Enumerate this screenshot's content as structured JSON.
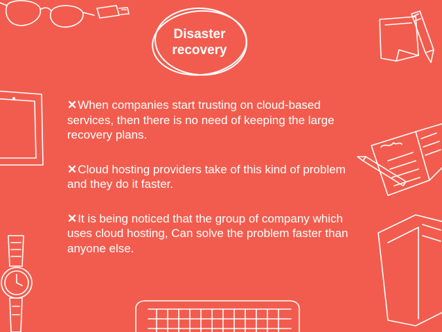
{
  "slide": {
    "title_line1": "Disaster",
    "title_line2": "recovery",
    "bullet_marker": "✕",
    "bullets": [
      "When companies start trusting on cloud-based services, then there is no need of keeping the large recovery plans.",
      "Cloud hosting providers take of this kind of problem and they do it faster.",
      "It is being noticed that the group of company which uses cloud hosting, Can solve the problem faster than anyone else."
    ]
  },
  "colors": {
    "background": "#f25c4e",
    "foreground": "#ffffff"
  },
  "decorations": [
    "glasses-doodle",
    "usb-drive-doodle",
    "sticky-note-doodle",
    "pencil-doodle",
    "tablet-doodle",
    "notebook-doodle",
    "pen-doodle",
    "wristwatch-doodle",
    "keyboard-doodle",
    "planner-doodle"
  ]
}
